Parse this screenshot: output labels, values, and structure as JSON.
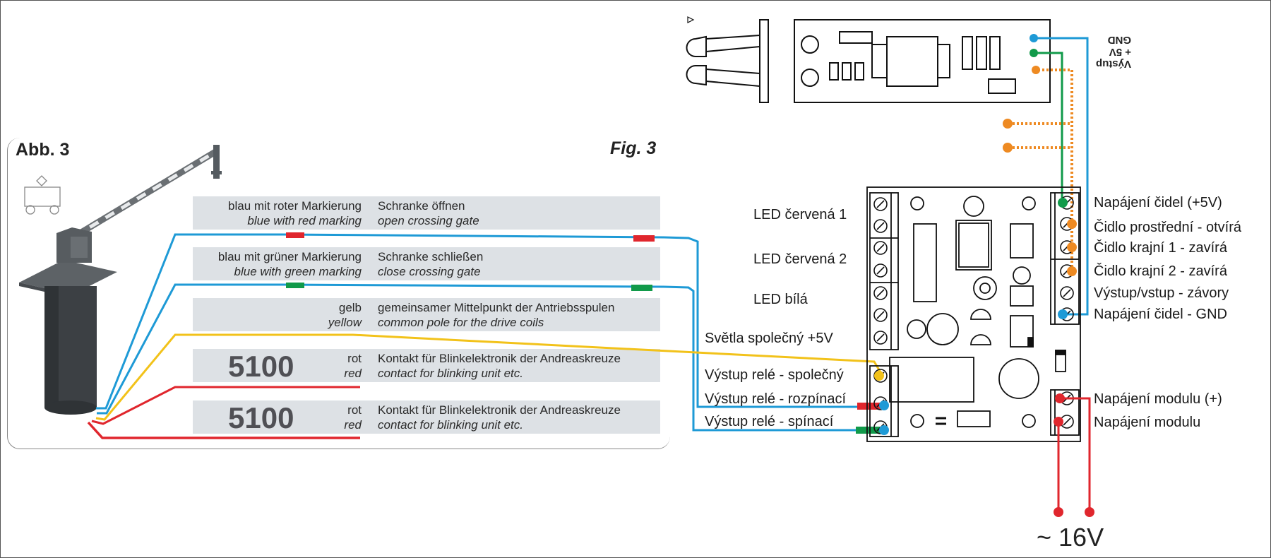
{
  "figure": {
    "title_de": "Abb. 3",
    "title_en": "Fig. 3"
  },
  "wire_table": [
    {
      "color_de": "blau mit roter Markierung",
      "color_en": "blue with red marking",
      "function_de": "Schranke öffnen",
      "function_en": "open crossing gate",
      "code": ""
    },
    {
      "color_de": "blau mit grüner Markierung",
      "color_en": "blue with green marking",
      "function_de": "Schranke schließen",
      "function_en": "close crossing gate",
      "code": ""
    },
    {
      "color_de": "gelb",
      "color_en": "yellow",
      "function_de": "gemeinsamer Mittelpunkt der Antriebsspulen",
      "function_en": "common pole for the drive coils",
      "code": ""
    },
    {
      "color_de": "rot",
      "color_en": "red",
      "function_de": "Kontakt für Blinkelektronik der Andreaskreuze",
      "function_en": "contact for blinking unit etc.",
      "code": "5100"
    },
    {
      "color_de": "rot",
      "color_en": "red",
      "function_de": "Kontakt für Blinkelektronik der Andreaskreuze",
      "function_en": "contact for blinking unit etc.",
      "code": "5100"
    }
  ],
  "module_left_labels": [
    "LED červená 1",
    "LED červená 2",
    "LED bílá",
    "Světla společný +5V",
    "Výstup relé - společný",
    "Výstup relé - rozpínací",
    "Výstup relé - spínací"
  ],
  "module_right_labels": [
    "Napájení čidel (+5V)",
    "Čidlo prostřední - otvírá",
    "Čidlo krajní 1 - zavírá",
    "Čidlo krajní 2 - zavírá",
    "Výstup/vstup - závory",
    "Napájení čidel - GND",
    "Napájení modulu (+)",
    "Napájení modulu"
  ],
  "sensor_labels": {
    "line1": "Výstup",
    "line2": "+ 5V",
    "line3": "GND"
  },
  "power": {
    "voltage_label": "~ 16V"
  },
  "colors": {
    "wire_blue": "#1e9ad6",
    "wire_green": "#119a4a",
    "wire_yellow": "#f2c21a",
    "wire_red": "#e0262d",
    "wire_orange": "#ee8a22",
    "table_bg": "#dde1e5",
    "code_text": "#505055"
  }
}
